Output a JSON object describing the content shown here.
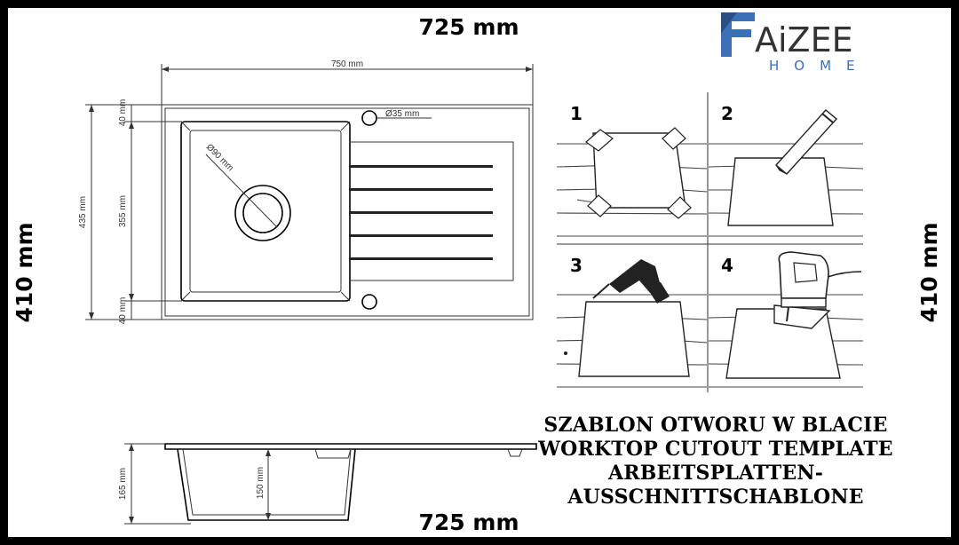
{
  "dimensions": {
    "top_width": "725 mm",
    "bottom_width": "725 mm",
    "left_height": "410 mm",
    "right_height": "410 mm",
    "sink_width": "750 mm",
    "outer_depth": "435 mm",
    "bowl_inner": "355 mm",
    "margin_top": "40 mm",
    "margin_bottom": "40 mm",
    "drain_diameter": "Ø90 mm",
    "tap_hole_diameter": "Ø35 mm",
    "side_total_height": "165 mm",
    "side_bowl_depth": "150 mm"
  },
  "brand": {
    "logo_text": "AiZEE",
    "logo_sub": "HOME",
    "logo_color": "#3b6fb6"
  },
  "steps": [
    "1",
    "2",
    "3",
    "4"
  ],
  "template_title": {
    "line1": "SZABLON OTWORU W BLACIE",
    "line2": "WORKTOP CUTOUT TEMPLATE",
    "line3": "ARBEITSPLATTEN-",
    "line4": "AUSSCHNITTSCHABLONE"
  }
}
